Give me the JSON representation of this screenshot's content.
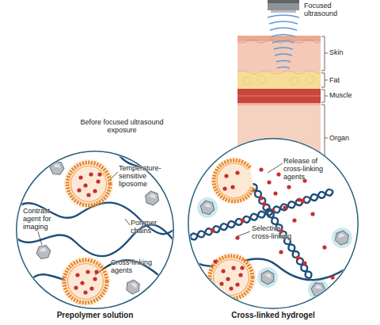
{
  "diagram": {
    "nodes": [
      {
        "text": [
          "Prepolymer solution"
        ]
      },
      {
        "text": [
          "Cross-linked hydrogel"
        ]
      }
    ],
    "labels": [
      "Focused ultrasound",
      "Skin",
      "Fat",
      "Muscle",
      "Organ",
      "Before focused ultrasound exposure",
      "Temperature-sensitive liposome",
      "Contrast agent for imaging",
      "Polymer chains",
      "Cross-linking agents",
      "Release of cross-linking agents",
      "Selective cross-linking"
    ]
  }
}
